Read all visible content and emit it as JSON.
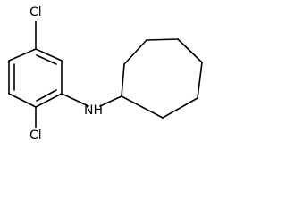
{
  "molecule": {
    "atoms": {
      "cl_top": "Cl",
      "cl_bottom": "Cl",
      "nh": "NH"
    }
  },
  "colors": {
    "bond": "#000000",
    "background": "#ffffff"
  }
}
